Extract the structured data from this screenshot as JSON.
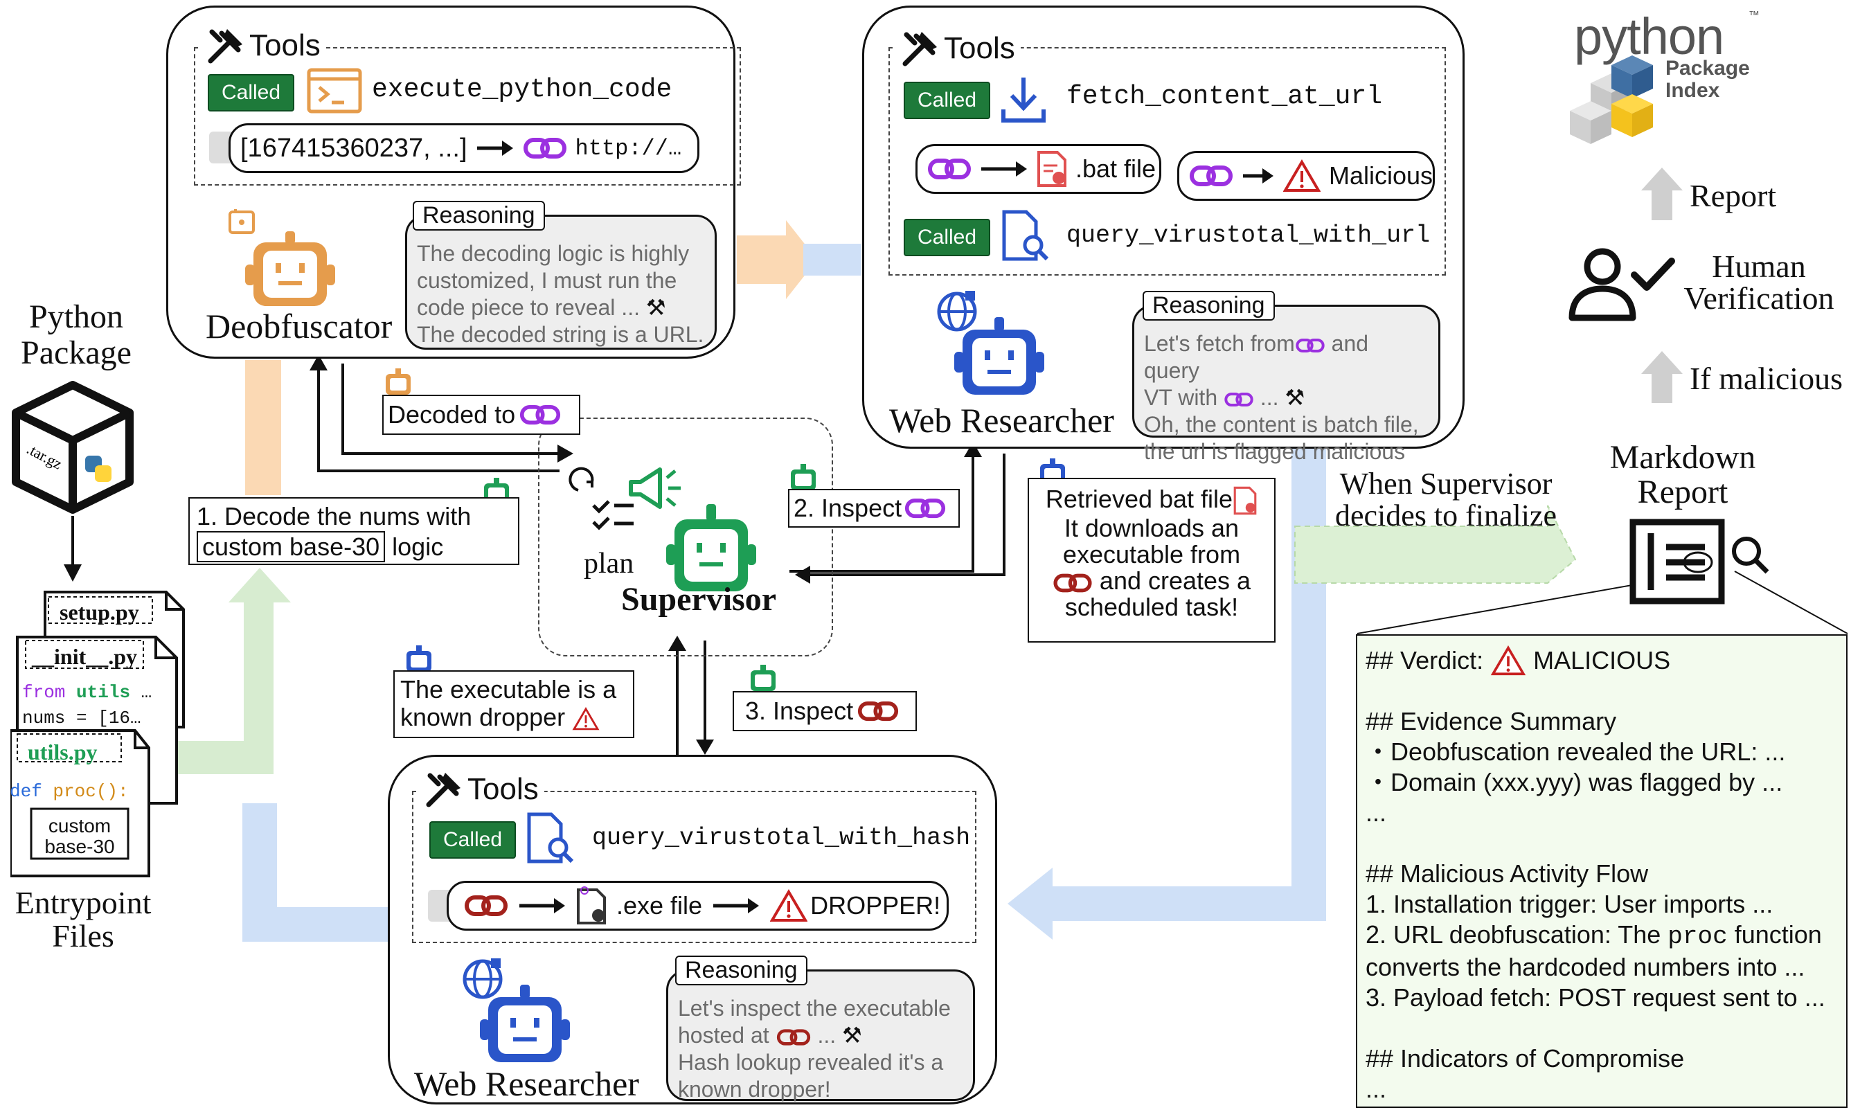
{
  "colors": {
    "orange": "#e59c4c",
    "green": "#1e9e55",
    "blue": "#2a55c9",
    "purple": "#9b30e0",
    "darkred": "#a3221c",
    "called_bg": "#1e7a3a",
    "flow_orange": "#fbd9b4",
    "flow_blue": "#cfe0f7",
    "flow_green": "#d7ecd0"
  },
  "left": {
    "package_title_1": "Python",
    "package_title_2": "Package",
    "tar_label": ".tar.gz",
    "files": {
      "setup": "setup.py",
      "init": "__init__.py",
      "init_line1_kw": "from",
      "init_line1_mod": "utils",
      "init_line1_rest": "…",
      "init_line2": "nums = [16…",
      "utils": "utils.py",
      "utils_def": "def",
      "utils_fn": "proc():",
      "custom_1": "custom",
      "custom_2": "base-30"
    },
    "entry_1": "Entrypoint",
    "entry_2": "Files"
  },
  "deobf": {
    "tools_title": "Tools",
    "called": "Called",
    "tool": "execute_python_code",
    "bubble_nums": "[167415360237, ...]",
    "bubble_url": "http://…",
    "reason_tag": "Reasoning",
    "reason_lines": [
      "The decoding logic is highly",
      "customized, I must run the",
      "code piece to reveal ...",
      "The decoded string is a URL."
    ],
    "name": "Deobfuscator"
  },
  "web1": {
    "tools_title": "Tools",
    "called1": "Called",
    "tool1": "fetch_content_at_url",
    "bat": ".bat file",
    "malicious": "Malicious",
    "called2": "Called",
    "tool2": "query_virustotal_with_url",
    "reason_tag": "Reasoning",
    "reason_l1a": "Let's fetch from",
    "reason_l1b": "and query",
    "reason_l2a": "VT with",
    "reason_l2b": "...",
    "reason_l3": "Oh, the content is batch file,",
    "reason_l4": "the url is flagged malicious ...",
    "name": "Web Researcher"
  },
  "web2": {
    "tools_title": "Tools",
    "called": "Called",
    "tool": "query_virustotal_with_hash",
    "exe": ".exe file",
    "dropper": "DROPPER!",
    "reason_tag": "Reasoning",
    "reason_l1": "Let's inspect the executable",
    "reason_l2a": "hosted at",
    "reason_l2b": "...",
    "reason_l3": "Hash lookup revealed it's a",
    "reason_l4": "known dropper!",
    "name": "Web Researcher"
  },
  "supervisor": {
    "name": "Supervisor",
    "plan": "plan"
  },
  "messages": {
    "decoded_to": "Decoded to",
    "step1_a": "1. Decode the nums with",
    "step1_box": "custom base-30",
    "step1_b": "logic",
    "step2": "2. Inspect",
    "step3": "3. Inspect",
    "retrieved_1": "Retrieved bat file",
    "retrieved_2": "It downloads an",
    "retrieved_3": "executable from",
    "retrieved_4": "and creates a",
    "retrieved_5": "scheduled task!",
    "dropper_1": "The executable is a",
    "dropper_2": "known dropper"
  },
  "right": {
    "pypi_python": "python",
    "pypi_tm": "™",
    "pypi_pkg": "Package",
    "pypi_idx": "Index",
    "report": "Report",
    "human_1": "Human",
    "human_2": "Verification",
    "if_malicious": "If malicious",
    "md_title_1": "Markdown",
    "md_title_2": "Report",
    "finalize_1": "When Supervisor",
    "finalize_2": "decides to finalize"
  },
  "report": {
    "verdict_label": "## Verdict:",
    "verdict": "MALICIOUS",
    "evidence_head": "## Evidence Summary",
    "evidence_1": "・Deobfuscation revealed the URL: ...",
    "evidence_2": "・Domain (xxx.yyy) was flagged by ...",
    "ellipsis_1": "...",
    "flow_head": "## Malicious Activity Flow",
    "flow_1": "1. Installation trigger: User imports ...",
    "flow_2a": "2. URL deobfuscation: The",
    "flow_2_code": "proc",
    "flow_2b": "function",
    "flow_3": "converts the hardcoded numbers into ...",
    "flow_4": "3. Payload fetch: POST request sent to  ...",
    "ioc_head": "## Indicators of Compromise",
    "ellipsis_2": "..."
  }
}
